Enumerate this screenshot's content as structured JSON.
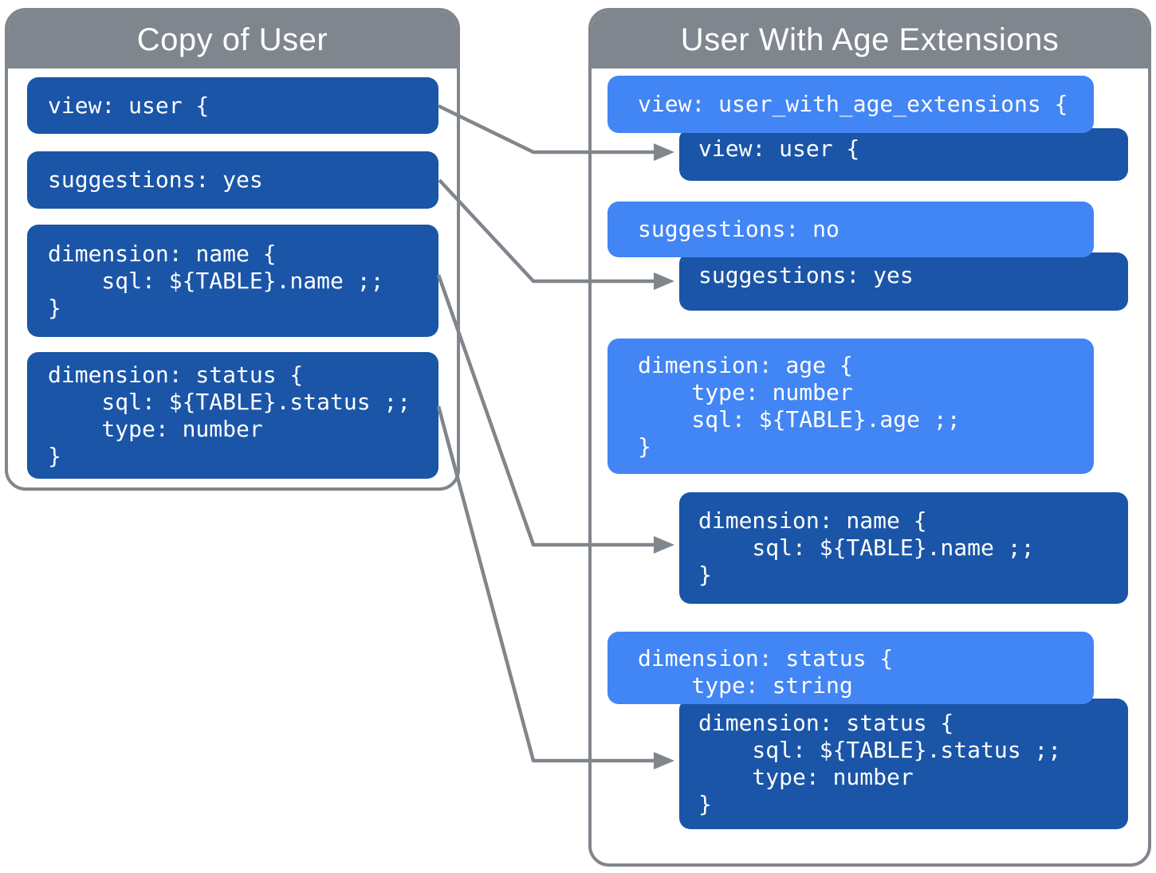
{
  "colors": {
    "dark_blue": "#1a55a8",
    "light_blue": "#4285f4",
    "header_gray": "#80868e",
    "border_gray": "#80868b",
    "text_white": "#ffffff"
  },
  "left_panel": {
    "title": "Copy of User",
    "blocks": [
      {
        "name": "view-user",
        "code": "view: user {"
      },
      {
        "name": "suggestions-yes",
        "code": "suggestions: yes"
      },
      {
        "name": "dimension-name",
        "code": "dimension: name {\n    sql: ${TABLE}.name ;;\n}"
      },
      {
        "name": "dimension-status",
        "code": "dimension: status {\n    sql: ${TABLE}.status ;;\n    type: number\n}"
      }
    ]
  },
  "right_panel": {
    "title": "User With Age Extensions",
    "extension_blocks": [
      {
        "name": "view-user-with-age-extensions",
        "code": "view: user_with_age_extensions {"
      },
      {
        "name": "suggestions-no",
        "code": "suggestions: no"
      },
      {
        "name": "dimension-age",
        "code": "dimension: age {\n    type: number\n    sql: ${TABLE}.age ;;\n}"
      },
      {
        "name": "dimension-status-string",
        "code": "dimension: status {\n    type: string"
      }
    ],
    "inherited_blocks": [
      {
        "name": "view-user",
        "code": "view: user {"
      },
      {
        "name": "suggestions-yes",
        "code": "suggestions: yes"
      },
      {
        "name": "dimension-name",
        "code": "dimension: name {\n    sql: ${TABLE}.name ;;\n}"
      },
      {
        "name": "dimension-status-number",
        "code": "dimension: status {\n    sql: ${TABLE}.status ;;\n    type: number\n}"
      }
    ],
    "connections": [
      {
        "from": "copy-of-user.view-user",
        "to": "user-with-age-extensions.view-user"
      },
      {
        "from": "copy-of-user.suggestions-yes",
        "to": "user-with-age-extensions.suggestions-yes"
      },
      {
        "from": "copy-of-user.dimension-name",
        "to": "user-with-age-extensions.dimension-name"
      },
      {
        "from": "copy-of-user.dimension-status",
        "to": "user-with-age-extensions.dimension-status-number"
      }
    ]
  }
}
